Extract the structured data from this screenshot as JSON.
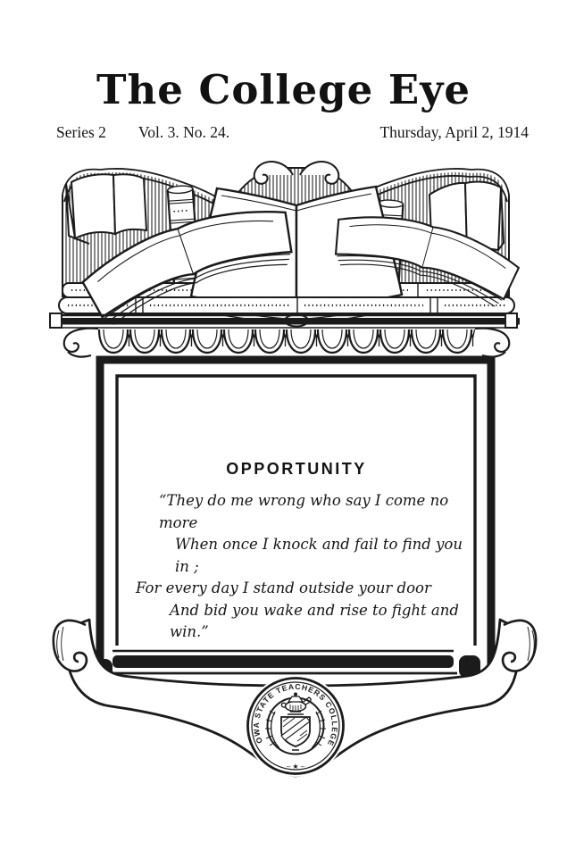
{
  "masthead": {
    "title": "The College Eye"
  },
  "issue": {
    "series": "Series 2",
    "volume": "Vol. 3. No. 24.",
    "date": "Thursday, April 2, 1914"
  },
  "feature": {
    "title": "OPPORTUNITY",
    "poem_lines": [
      "“They do me wrong who say I come no more",
      "When once I knock and fail to find you in ;",
      "For every day I stand outside your door",
      "And bid you wake and rise to fight and win.”"
    ]
  },
  "seal": {
    "name": "IOWA STATE TEACHERS COLLEGE",
    "ornament": "– ★ –"
  },
  "colors": {
    "ink": "#1b1b1b",
    "paper": "#ffffff"
  }
}
